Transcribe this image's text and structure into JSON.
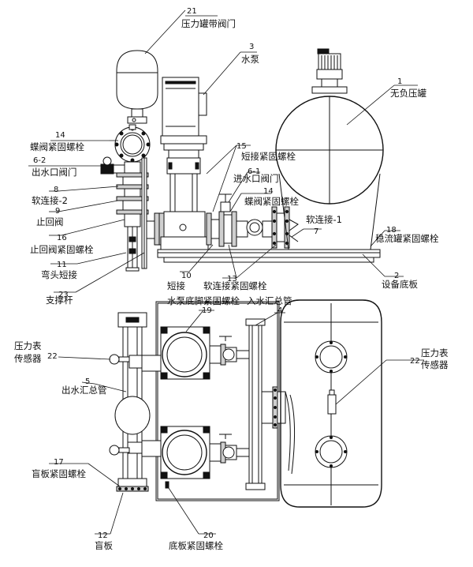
{
  "callouts": {
    "c21": {
      "num": "21",
      "text": "压力罐带阀门"
    },
    "c3": {
      "num": "3",
      "text": "水泵"
    },
    "c1": {
      "num": "1",
      "text": "无负压罐"
    },
    "c14a": {
      "num": "14",
      "text": "蝶阀紧固螺栓"
    },
    "c6_2": {
      "num": "6-2",
      "text": "出水口阀门"
    },
    "c15": {
      "num": "15",
      "text": "短接紧固螺栓"
    },
    "c6_1": {
      "num": "6-1",
      "text": "进水口阀门"
    },
    "c8": {
      "num": "8",
      "text": "软连接-2"
    },
    "c14b": {
      "num": "14",
      "text": "蝶阀紧固螺栓"
    },
    "c9": {
      "num": "9",
      "text": "止回阀"
    },
    "c_soft1": {
      "text": "软连接-1"
    },
    "c7": {
      "num": "7"
    },
    "c16": {
      "num": "16",
      "text": "止回阀紧固螺栓"
    },
    "c18": {
      "num": "18",
      "text": "稳流罐紧固螺栓"
    },
    "c11": {
      "num": "11",
      "text": "弯头短接"
    },
    "c10": {
      "num": "10",
      "text": "短接"
    },
    "c13": {
      "num": "13",
      "text": "软连接紧固螺栓"
    },
    "c2": {
      "num": "2",
      "text": "设备底板"
    },
    "c23": {
      "num": "23",
      "text": "支撑杆"
    },
    "c19": {
      "num": "19",
      "text": "水泵底脚紧固螺栓"
    },
    "c4": {
      "num": "4",
      "text": "入水汇总管"
    },
    "c22a": {
      "num": "22",
      "text1": "压力表",
      "text2": "传感器"
    },
    "c22b": {
      "num": "22",
      "text1": "压力表",
      "text2": "传感器"
    },
    "c5": {
      "num": "5",
      "text": "出水汇总管"
    },
    "c17": {
      "num": "17",
      "text": "盲板紧固螺栓"
    },
    "c12": {
      "num": "12",
      "text": "盲板"
    },
    "c20": {
      "num": "20",
      "text": "底板紧固螺栓"
    }
  }
}
